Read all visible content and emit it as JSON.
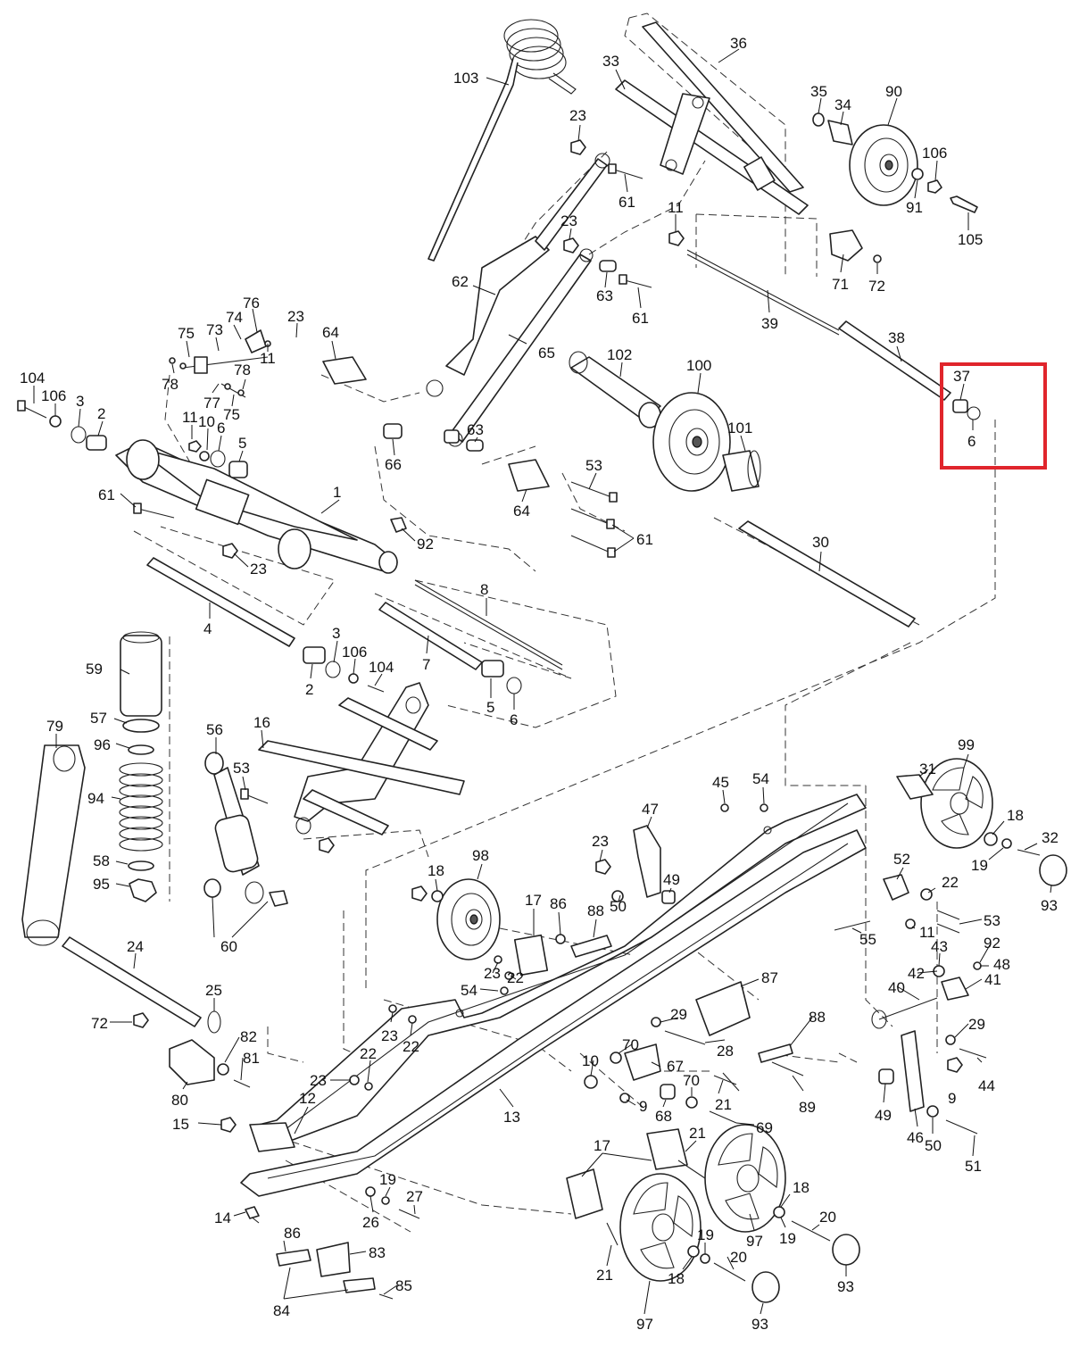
{
  "diagram": {
    "highlight_color": "#e0252c",
    "callouts": [
      {
        "id": "c103",
        "label": "103"
      },
      {
        "id": "c33",
        "label": "33"
      },
      {
        "id": "c36",
        "label": "36"
      },
      {
        "id": "c23a",
        "label": "23"
      },
      {
        "id": "c35",
        "label": "35"
      },
      {
        "id": "c34",
        "label": "34"
      },
      {
        "id": "c90",
        "label": "90"
      },
      {
        "id": "c106a",
        "label": "106"
      },
      {
        "id": "c61a",
        "label": "61"
      },
      {
        "id": "c91",
        "label": "91"
      },
      {
        "id": "c105",
        "label": "105"
      },
      {
        "id": "c11a",
        "label": "11"
      },
      {
        "id": "c23b",
        "label": "23"
      },
      {
        "id": "c62",
        "label": "62"
      },
      {
        "id": "c63a",
        "label": "63"
      },
      {
        "id": "c61b",
        "label": "61"
      },
      {
        "id": "c71",
        "label": "71"
      },
      {
        "id": "c72a",
        "label": "72"
      },
      {
        "id": "c39",
        "label": "39"
      },
      {
        "id": "c76",
        "label": "76"
      },
      {
        "id": "c23c",
        "label": "23"
      },
      {
        "id": "c64a",
        "label": "64"
      },
      {
        "id": "c74",
        "label": "74"
      },
      {
        "id": "c75a",
        "label": "75"
      },
      {
        "id": "c73",
        "label": "73"
      },
      {
        "id": "c11b",
        "label": "11"
      },
      {
        "id": "c38",
        "label": "38"
      },
      {
        "id": "c65",
        "label": "65"
      },
      {
        "id": "c102",
        "label": "102"
      },
      {
        "id": "c100",
        "label": "100"
      },
      {
        "id": "c78a",
        "label": "78"
      },
      {
        "id": "c78b",
        "label": "78"
      },
      {
        "id": "c104a",
        "label": "104"
      },
      {
        "id": "c106b",
        "label": "106"
      },
      {
        "id": "c3a",
        "label": "3"
      },
      {
        "id": "c77",
        "label": "77"
      },
      {
        "id": "c75b",
        "label": "75"
      },
      {
        "id": "c37",
        "label": "37"
      },
      {
        "id": "c6a",
        "label": "6"
      },
      {
        "id": "c2a",
        "label": "2"
      },
      {
        "id": "c11c",
        "label": "11"
      },
      {
        "id": "c10a",
        "label": "10"
      },
      {
        "id": "c6b",
        "label": "6"
      },
      {
        "id": "c5a",
        "label": "5"
      },
      {
        "id": "c63b",
        "label": "63"
      },
      {
        "id": "c101",
        "label": "101"
      },
      {
        "id": "c66",
        "label": "66"
      },
      {
        "id": "c53a",
        "label": "53"
      },
      {
        "id": "c1",
        "label": "1"
      },
      {
        "id": "c61c",
        "label": "61"
      },
      {
        "id": "c64b",
        "label": "64"
      },
      {
        "id": "c61d",
        "label": "61"
      },
      {
        "id": "c92a",
        "label": "92"
      },
      {
        "id": "c23d",
        "label": "23"
      },
      {
        "id": "c30",
        "label": "30"
      },
      {
        "id": "c8",
        "label": "8"
      },
      {
        "id": "c4",
        "label": "4"
      },
      {
        "id": "c3b",
        "label": "3"
      },
      {
        "id": "c106c",
        "label": "106"
      },
      {
        "id": "c104b",
        "label": "104"
      },
      {
        "id": "c7",
        "label": "7"
      },
      {
        "id": "c59",
        "label": "59"
      },
      {
        "id": "c2b",
        "label": "2"
      },
      {
        "id": "c5b",
        "label": "5"
      },
      {
        "id": "c6c",
        "label": "6"
      },
      {
        "id": "c57",
        "label": "57"
      },
      {
        "id": "c79",
        "label": "79"
      },
      {
        "id": "c96",
        "label": "96"
      },
      {
        "id": "c56",
        "label": "56"
      },
      {
        "id": "c16",
        "label": "16"
      },
      {
        "id": "c99",
        "label": "99"
      },
      {
        "id": "c31",
        "label": "31"
      },
      {
        "id": "c53b",
        "label": "53"
      },
      {
        "id": "c94",
        "label": "94"
      },
      {
        "id": "c45",
        "label": "45"
      },
      {
        "id": "c54a",
        "label": "54"
      },
      {
        "id": "c47",
        "label": "47"
      },
      {
        "id": "c18a",
        "label": "18"
      },
      {
        "id": "c32",
        "label": "32"
      },
      {
        "id": "c19a",
        "label": "19"
      },
      {
        "id": "c23e",
        "label": "23"
      },
      {
        "id": "c58",
        "label": "58"
      },
      {
        "id": "c98",
        "label": "98"
      },
      {
        "id": "c52",
        "label": "52"
      },
      {
        "id": "c93a",
        "label": "93"
      },
      {
        "id": "c95",
        "label": "95"
      },
      {
        "id": "c18b",
        "label": "18"
      },
      {
        "id": "c49a",
        "label": "49"
      },
      {
        "id": "c22a",
        "label": "22"
      },
      {
        "id": "c17a",
        "label": "17"
      },
      {
        "id": "c86a",
        "label": "86"
      },
      {
        "id": "c50a",
        "label": "50"
      },
      {
        "id": "c88a",
        "label": "88"
      },
      {
        "id": "c53c",
        "label": "53"
      },
      {
        "id": "c11d",
        "label": "11"
      },
      {
        "id": "c55",
        "label": "55"
      },
      {
        "id": "c60",
        "label": "60"
      },
      {
        "id": "c92b",
        "label": "92"
      },
      {
        "id": "c43",
        "label": "43"
      },
      {
        "id": "c48",
        "label": "48"
      },
      {
        "id": "c24",
        "label": "24"
      },
      {
        "id": "c22b",
        "label": "22"
      },
      {
        "id": "c23f",
        "label": "23"
      },
      {
        "id": "c42",
        "label": "42"
      },
      {
        "id": "c41",
        "label": "41"
      },
      {
        "id": "c87",
        "label": "87"
      },
      {
        "id": "c54b",
        "label": "54"
      },
      {
        "id": "c40",
        "label": "40"
      },
      {
        "id": "c25",
        "label": "25"
      },
      {
        "id": "c88b",
        "label": "88"
      },
      {
        "id": "c29a",
        "label": "29"
      },
      {
        "id": "c72b",
        "label": "72"
      },
      {
        "id": "c23g",
        "label": "23"
      },
      {
        "id": "c22c",
        "label": "22"
      },
      {
        "id": "c29b",
        "label": "29"
      },
      {
        "id": "c82",
        "label": "82"
      },
      {
        "id": "c28",
        "label": "28"
      },
      {
        "id": "c70a",
        "label": "70"
      },
      {
        "id": "c81",
        "label": "81"
      },
      {
        "id": "c10b",
        "label": "10"
      },
      {
        "id": "c67",
        "label": "67"
      },
      {
        "id": "c44",
        "label": "44"
      },
      {
        "id": "c22d",
        "label": "22"
      },
      {
        "id": "c23h",
        "label": "23"
      },
      {
        "id": "c70b",
        "label": "70"
      },
      {
        "id": "c89",
        "label": "89"
      },
      {
        "id": "c80",
        "label": "80"
      },
      {
        "id": "c12",
        "label": "12"
      },
      {
        "id": "c13",
        "label": "13"
      },
      {
        "id": "c9a",
        "label": "9"
      },
      {
        "id": "c21a",
        "label": "21"
      },
      {
        "id": "c9b",
        "label": "9"
      },
      {
        "id": "c68",
        "label": "68"
      },
      {
        "id": "c49b",
        "label": "49"
      },
      {
        "id": "c15",
        "label": "15"
      },
      {
        "id": "c69",
        "label": "69"
      },
      {
        "id": "c21b",
        "label": "21"
      },
      {
        "id": "c46",
        "label": "46"
      },
      {
        "id": "c50b",
        "label": "50"
      },
      {
        "id": "c17b",
        "label": "17"
      },
      {
        "id": "c51",
        "label": "51"
      },
      {
        "id": "c18c",
        "label": "18"
      },
      {
        "id": "c19b",
        "label": "19"
      },
      {
        "id": "c27",
        "label": "27"
      },
      {
        "id": "c20a",
        "label": "20"
      },
      {
        "id": "c14",
        "label": "14"
      },
      {
        "id": "c26",
        "label": "26"
      },
      {
        "id": "c97a",
        "label": "97"
      },
      {
        "id": "c19c",
        "label": "19"
      },
      {
        "id": "c86b",
        "label": "86"
      },
      {
        "id": "c83",
        "label": "83"
      },
      {
        "id": "c93b",
        "label": "93"
      },
      {
        "id": "c21c",
        "label": "21"
      },
      {
        "id": "c20b",
        "label": "20"
      },
      {
        "id": "c85",
        "label": "85"
      },
      {
        "id": "c18d",
        "label": "18"
      },
      {
        "id": "c84",
        "label": "84"
      },
      {
        "id": "c97b",
        "label": "97"
      },
      {
        "id": "c93c",
        "label": "93"
      }
    ]
  }
}
